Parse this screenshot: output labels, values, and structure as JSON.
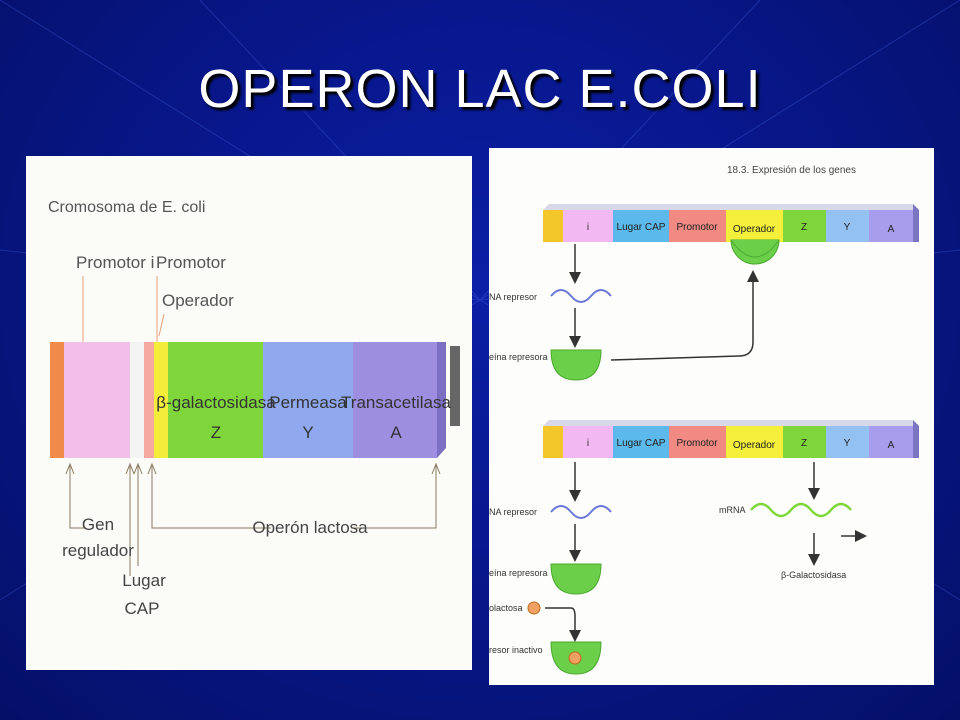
{
  "title": "OPERON LAC E.COLI",
  "left_diagram": {
    "chromosome_label": "Cromosoma de E. coli",
    "promotor_i": "Promotor i",
    "promotor": "Promotor",
    "operador": "Operador",
    "segments": [
      {
        "name": "β-galactosidasa",
        "letter": "Z",
        "color": "#7fd63a"
      },
      {
        "name": "Permeasa",
        "letter": "Y",
        "color": "#8fa8ee"
      },
      {
        "name": "Transacetilasa",
        "letter": "A",
        "color": "#9e8ee0"
      }
    ],
    "gen_line1": "Gen",
    "gen_line2": "regulador",
    "lugar_line1": "Lugar",
    "lugar_line2": "CAP",
    "operon_label": "Operón lactosa"
  },
  "right_diagram": {
    "header": "18.3. Expresión de los genes",
    "segments": [
      {
        "label": "",
        "color": "#f3c62a"
      },
      {
        "label": "i",
        "color": "#f2b8f2"
      },
      {
        "label": "Lugar CAP",
        "color": "#5bb9ec"
      },
      {
        "label": "Promotor",
        "color": "#f08a82"
      },
      {
        "label": "Operador",
        "color": "#f3ef3a"
      },
      {
        "label": "Z",
        "color": "#7fd63a"
      },
      {
        "label": "Y",
        "color": "#93c2f2"
      },
      {
        "label": "A",
        "color": "#a89cec"
      }
    ],
    "mrna_represor": "NA represor",
    "proteina_represora": "eína represora",
    "mrna": "mRNA",
    "beta_gal": "β-Galactosidasa",
    "lactosa": "olactosa",
    "represor_inactivo": "resor inactivo"
  }
}
